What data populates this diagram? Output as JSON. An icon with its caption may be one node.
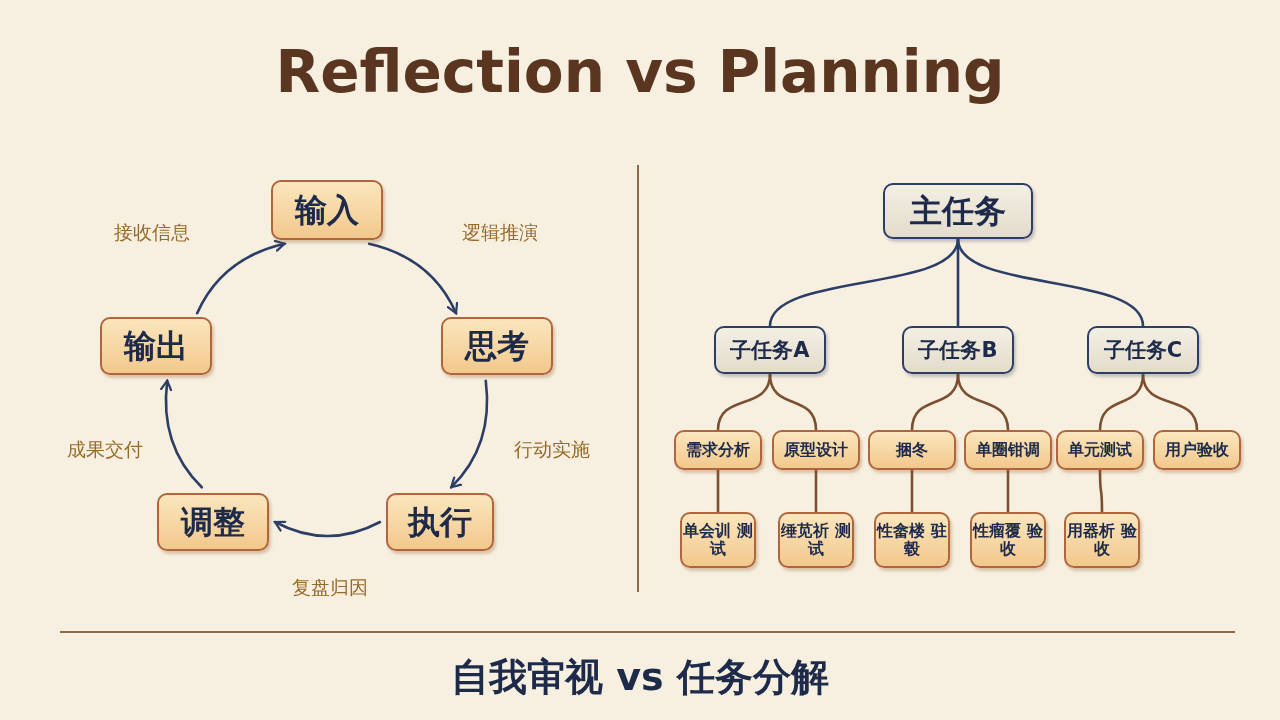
{
  "diagram": {
    "title": "Reflection vs Planning",
    "caption": "自我审视 vs 任务分解",
    "nodes": [
      {
        "text": [
          "输入"
        ]
      },
      {
        "text": [
          "思考"
        ]
      },
      {
        "text": [
          "执行"
        ]
      },
      {
        "text": [
          "调整"
        ]
      },
      {
        "text": [
          "输出"
        ]
      },
      {
        "text": [
          "主任务"
        ]
      },
      {
        "text": [
          "子任务A"
        ]
      },
      {
        "text": [
          "子任务B"
        ]
      },
      {
        "text": [
          "子任务C"
        ]
      },
      {
        "text": [
          "需求分析"
        ]
      },
      {
        "text": [
          "原型设计"
        ]
      },
      {
        "text": [
          "捆冬"
        ]
      },
      {
        "text": [
          "单圈钳调"
        ]
      },
      {
        "text": [
          "单元测试"
        ]
      },
      {
        "text": [
          "用户验收"
        ]
      },
      {
        "text": [
          "单会训 测试"
        ]
      },
      {
        "text": [
          "缍苋祈 测试"
        ]
      },
      {
        "text": [
          "性畲楼 驻毂"
        ]
      },
      {
        "text": [
          "性瘤覆 验收"
        ]
      },
      {
        "text": [
          "用器析 验收"
        ]
      }
    ],
    "edges": [
      {
        "from": 0,
        "to": 1,
        "arrow": "to",
        "label": "逻辑推演",
        "color": "#2c3e66"
      },
      {
        "from": 1,
        "to": 2,
        "arrow": "to",
        "label": "行动实施",
        "color": "#2c3e66"
      },
      {
        "from": 2,
        "to": 3,
        "arrow": "to",
        "label": "复盘归因",
        "color": "#2c3e66"
      },
      {
        "from": 3,
        "to": 4,
        "arrow": "to",
        "label": "成果交付",
        "color": "#2c3e66"
      },
      {
        "from": 4,
        "to": 0,
        "arrow": "to",
        "label": "接收信息",
        "color": "#2c3e66"
      },
      {
        "from": 5,
        "to": 6,
        "arrow": "none",
        "color": "#2c3e66"
      },
      {
        "from": 5,
        "to": 7,
        "arrow": "none",
        "color": "#2c3e66"
      },
      {
        "from": 5,
        "to": 8,
        "arrow": "none",
        "color": "#2c3e66"
      },
      {
        "from": 6,
        "to": 9,
        "arrow": "none"
      },
      {
        "from": 6,
        "to": 10,
        "arrow": "none"
      },
      {
        "from": 7,
        "to": 11,
        "arrow": "none"
      },
      {
        "from": 7,
        "to": 12,
        "arrow": "none"
      },
      {
        "from": 8,
        "to": 13,
        "arrow": "none"
      },
      {
        "from": 8,
        "to": 14,
        "arrow": "none"
      },
      {
        "from": 9,
        "to": 15,
        "arrow": "none"
      },
      {
        "from": 10,
        "to": 16,
        "arrow": "none"
      },
      {
        "from": 11,
        "to": 17,
        "arrow": "none"
      },
      {
        "from": 12,
        "to": 18,
        "arrow": "none"
      },
      {
        "from": 13,
        "to": 19,
        "arrow": "none"
      }
    ]
  }
}
